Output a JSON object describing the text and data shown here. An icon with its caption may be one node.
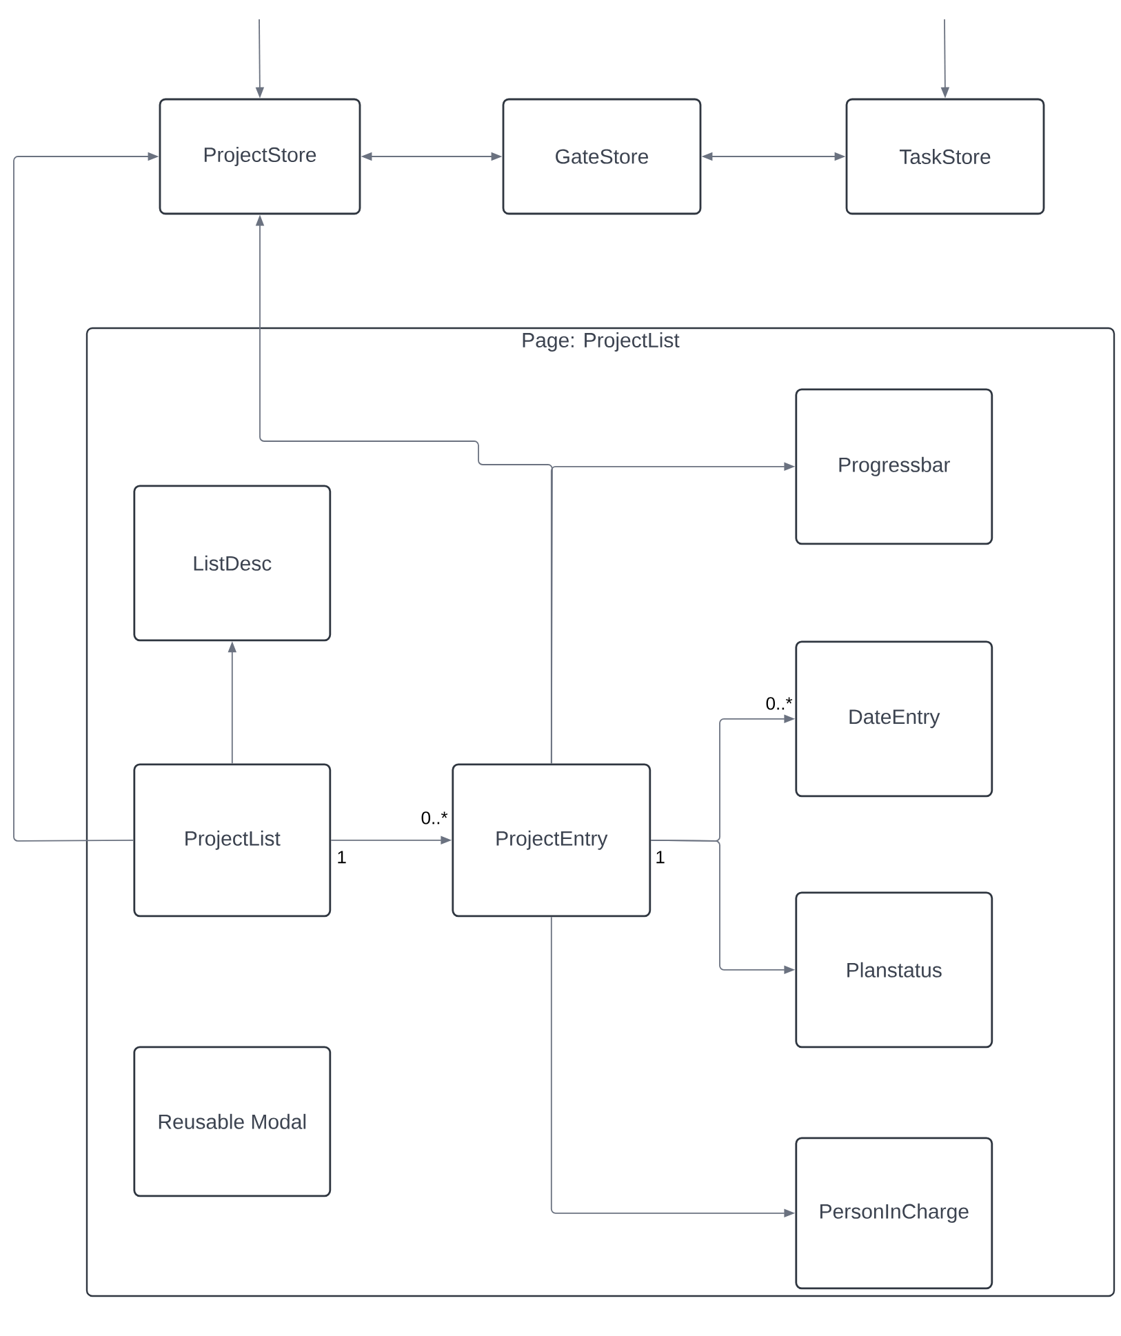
{
  "diagram": {
    "nodes": [
      {
        "text": [
          "ProjectStore"
        ]
      },
      {
        "text": [
          "GateStore"
        ]
      },
      {
        "text": [
          "TaskStore"
        ]
      },
      {
        "text": [
          "Page: ProjectList"
        ]
      },
      {
        "text": [
          "Progressbar"
        ],
        "in": 3
      },
      {
        "text": [
          "ListDesc"
        ],
        "in": 3
      },
      {
        "text": [
          "DateEntry"
        ],
        "in": 3
      },
      {
        "text": [
          "ProjectList"
        ],
        "in": 3
      },
      {
        "text": [
          "ProjectEntry"
        ],
        "in": 3
      },
      {
        "text": [
          "Planstatus"
        ],
        "in": 3
      },
      {
        "text": [
          "Reusable Modal"
        ],
        "in": 3
      },
      {
        "text": [
          "PersonInCharge"
        ],
        "in": 3
      }
    ],
    "edges": [
      {
        "from": null,
        "to": 0,
        "arrow": "to"
      },
      {
        "from": null,
        "to": 2,
        "arrow": "to"
      },
      {
        "from": 0,
        "to": 1,
        "arrow": "both"
      },
      {
        "from": 1,
        "to": 2,
        "arrow": "both"
      },
      {
        "from": 7,
        "to": 0,
        "arrow": "to"
      },
      {
        "from": 8,
        "to": 0,
        "arrow": "to"
      },
      {
        "from": 8,
        "to": 4,
        "arrow": "to"
      },
      {
        "from": 7,
        "to": 5,
        "arrow": "to"
      },
      {
        "from": 7,
        "to": 8,
        "arrow": "to",
        "label": "0..*"
      },
      {
        "from": 8,
        "to": 6,
        "arrow": "to",
        "label": "0..*"
      },
      {
        "from": 8,
        "to": 9,
        "arrow": "to"
      },
      {
        "from": 8,
        "to": 11,
        "arrow": "to"
      }
    ],
    "labels": [
      "1",
      "1"
    ]
  }
}
